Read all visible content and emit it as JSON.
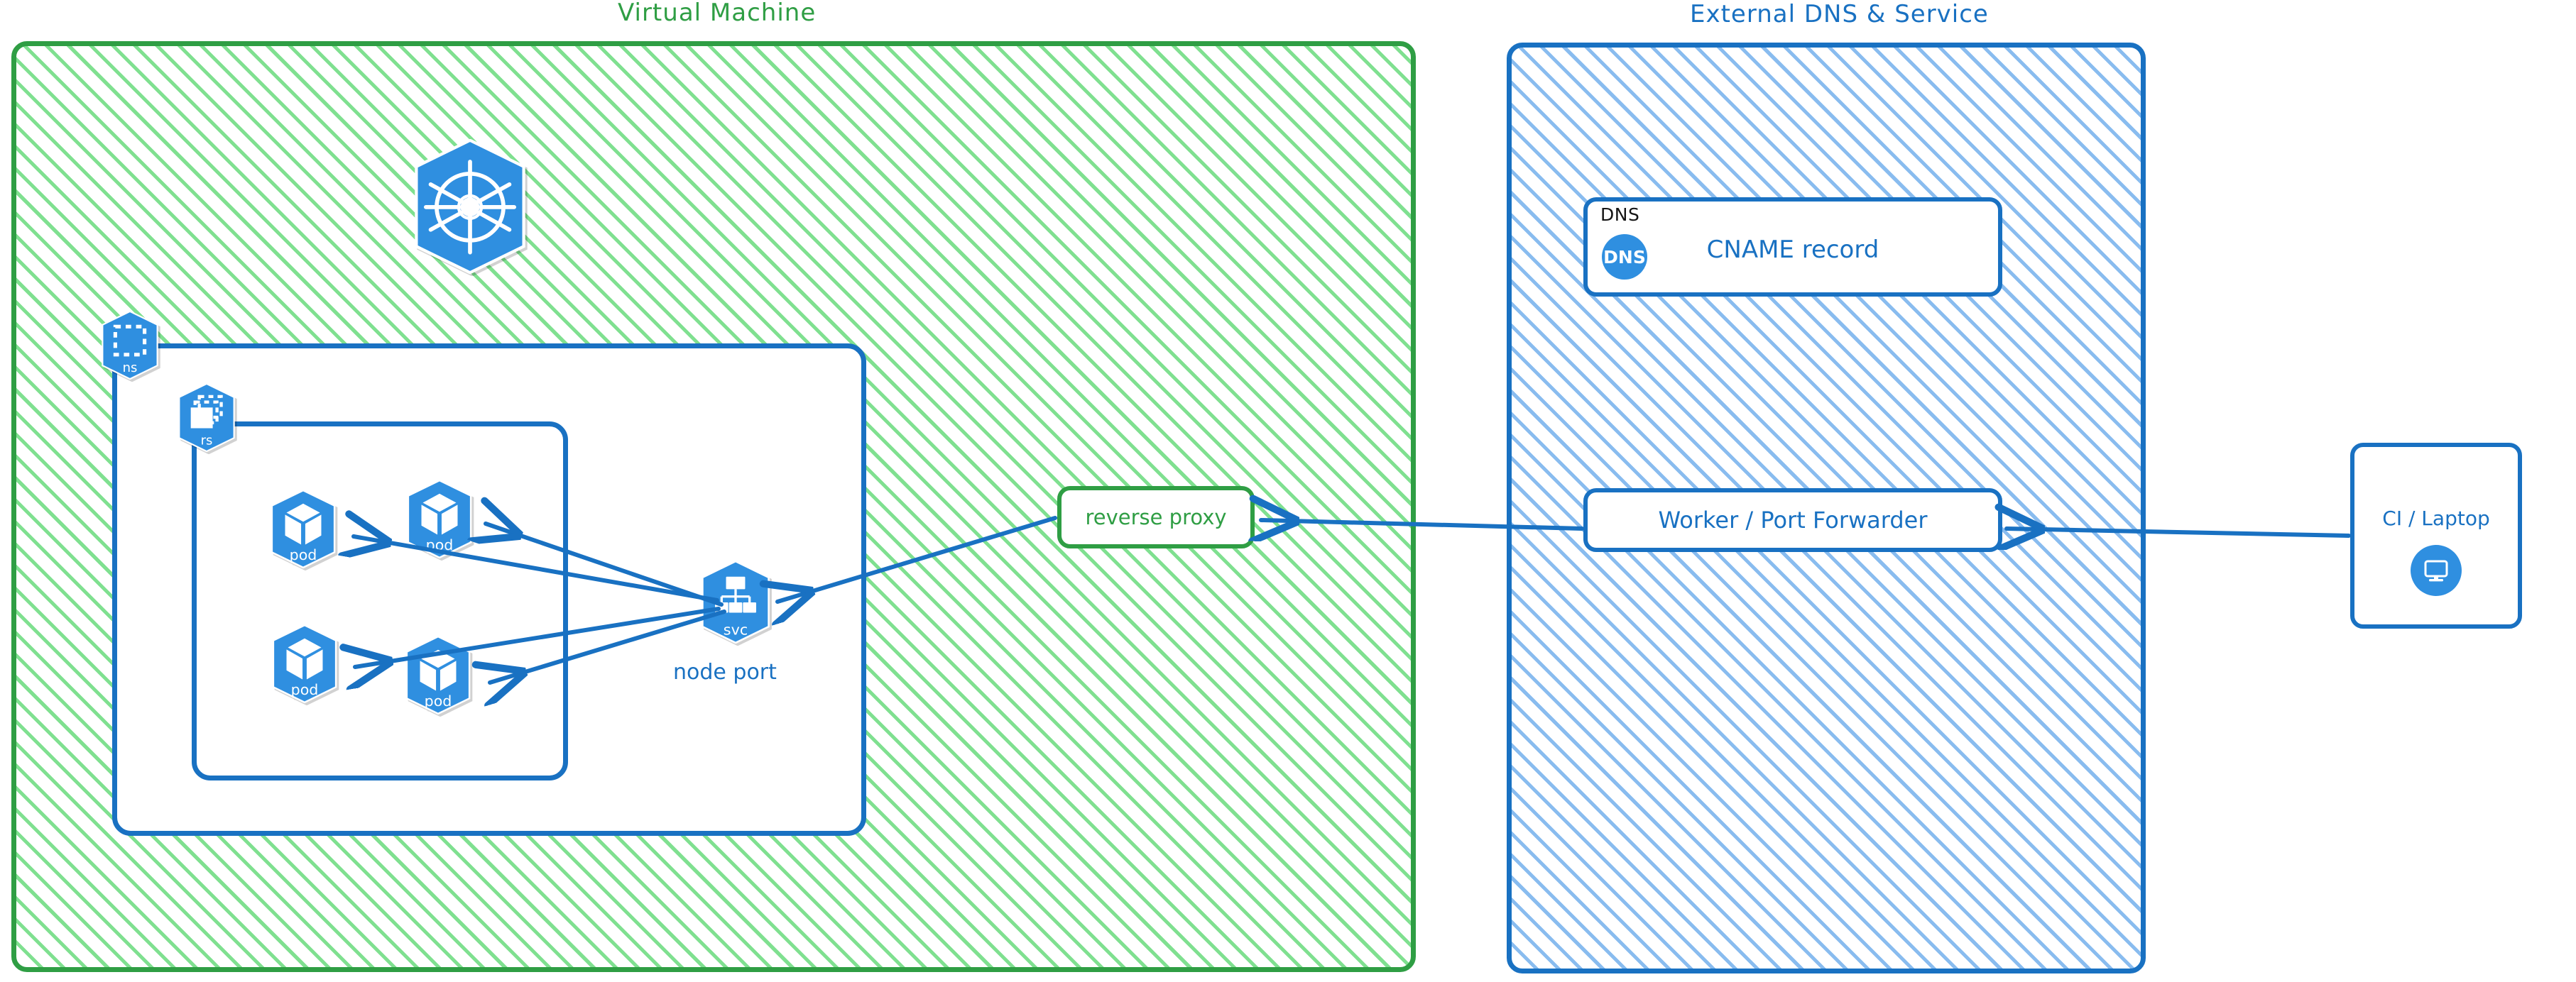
{
  "diagram": {
    "style": "hand-drawn-excalidraw",
    "colors": {
      "green_stroke": "#2f9e44",
      "green_hatch": "#69db7c",
      "blue_stroke": "#1971c2",
      "blue_hatch": "#74b0ec",
      "k8s_blue": "#2f8fe0",
      "black_text": "#141414"
    }
  },
  "containers": [
    {
      "id": "vm",
      "title": "Virtual Machine",
      "color": "#2f9e44"
    },
    {
      "id": "ext",
      "title": "External DNS & Service",
      "color": "#1971c2"
    }
  ],
  "vm": {
    "title": "Virtual Machine",
    "k8s_logo": {
      "name": "kubernetes-logo"
    },
    "namespace_badge": {
      "label": "ns",
      "icon": "namespace-icon"
    },
    "replicaset_badge": {
      "label": "rs",
      "icon": "replicaset-icon"
    },
    "pods": [
      {
        "label": "pod",
        "icon": "pod-icon"
      },
      {
        "label": "pod",
        "icon": "pod-icon"
      },
      {
        "label": "pod",
        "icon": "pod-icon"
      },
      {
        "label": "pod",
        "icon": "pod-icon"
      }
    ],
    "service": {
      "label": "svc",
      "icon": "service-icon",
      "caption": "node port"
    },
    "reverse_proxy": {
      "label": "reverse proxy"
    }
  },
  "ext": {
    "title": "External DNS & Service",
    "dns_box": {
      "tag": "DNS",
      "badge_text": "DNS",
      "title": "CNAME record"
    },
    "worker_box": {
      "label": "Worker / Port Forwarder"
    }
  },
  "client": {
    "label": "CI / Laptop",
    "icon": "desktop-monitor-icon"
  },
  "arrows": [
    {
      "from": "svc",
      "to": "pod-top-left",
      "direction": "left"
    },
    {
      "from": "svc",
      "to": "pod-top-right",
      "direction": "left"
    },
    {
      "from": "svc",
      "to": "pod-bottom-left",
      "direction": "left"
    },
    {
      "from": "svc",
      "to": "pod-bottom-right",
      "direction": "left"
    },
    {
      "from": "reverse-proxy",
      "to": "svc",
      "direction": "left"
    },
    {
      "from": "worker",
      "to": "reverse-proxy",
      "direction": "left"
    },
    {
      "from": "ci-laptop",
      "to": "worker",
      "direction": "left"
    }
  ]
}
